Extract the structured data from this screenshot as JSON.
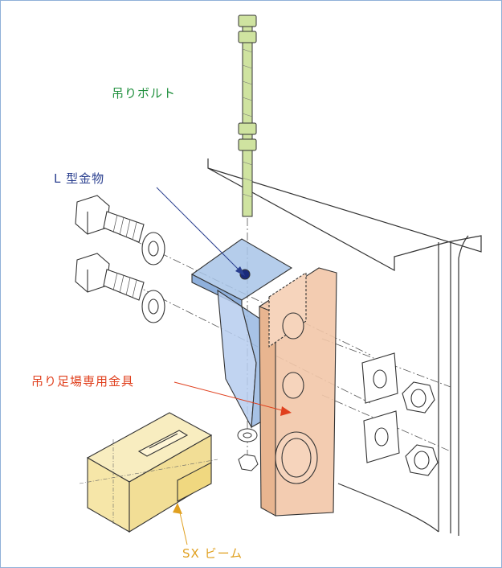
{
  "labels": {
    "hanger_bolt": "吊りボルト",
    "l_bracket": "L 型金物",
    "scaffold_fitting": "吊り足場専用金具",
    "sx_beam": "SX ビーム"
  },
  "colors": {
    "hanger_bolt": "#1e8f3c",
    "l_bracket": "#2a3f8f",
    "scaffold_fitting": "#e0401e",
    "sx_beam": "#e0a020",
    "bolt_fill": "#cfe3a0",
    "bracket_fill": "#a8c4e8",
    "plate_fill": "#f2c6a8",
    "beam_fill": "#f6e6a8"
  }
}
